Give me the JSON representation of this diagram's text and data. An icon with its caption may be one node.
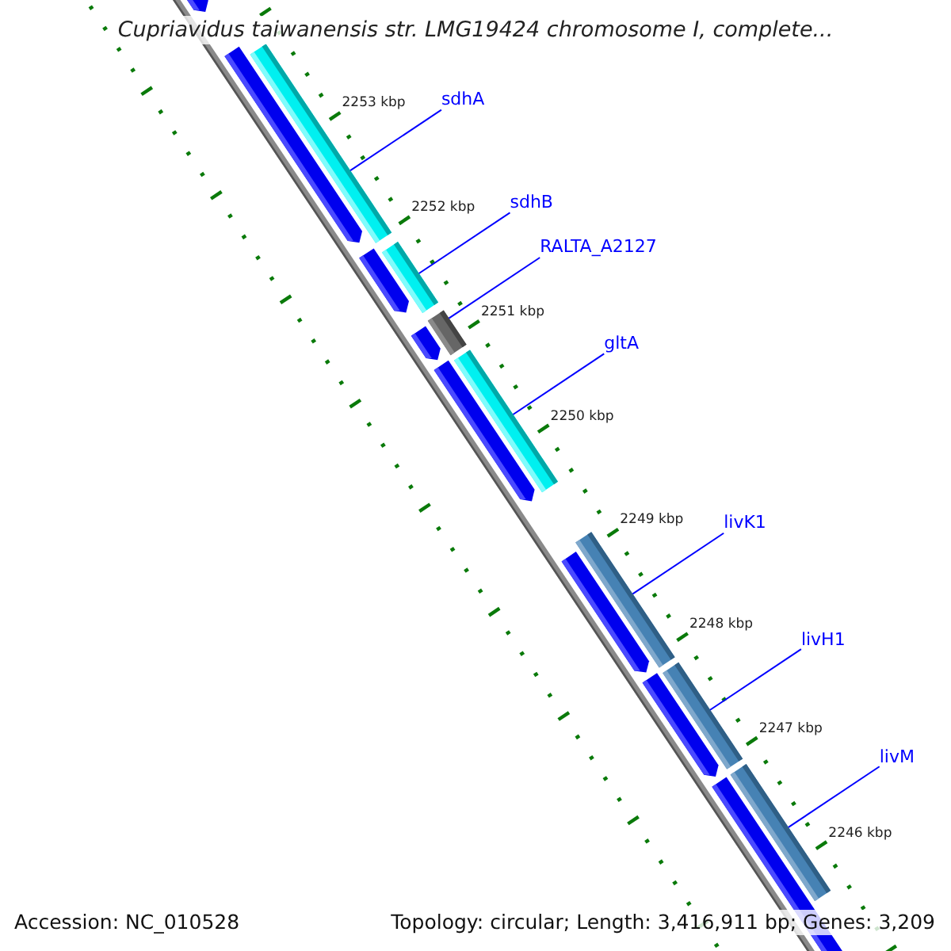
{
  "diagram": {
    "title": "Cupriavidus taiwanensis str. LMG19424 chromosome I, complete...",
    "nodes": [
      {
        "text": [
          "sdhA"
        ]
      },
      {
        "text": [
          "sdhB"
        ]
      },
      {
        "text": [
          "RALTA_A2127"
        ]
      },
      {
        "text": [
          "gltA"
        ]
      },
      {
        "text": [
          "livK1"
        ]
      },
      {
        "text": [
          "livH1"
        ]
      },
      {
        "text": [
          "livM"
        ]
      },
      {
        "text": [],
        "shape": "bar"
      },
      {
        "text": [],
        "shape": "bar"
      },
      {
        "text": [],
        "shape": "bar"
      },
      {
        "text": [],
        "shape": "bar"
      },
      {
        "text": [],
        "shape": "bar"
      },
      {
        "text": [],
        "shape": "bar"
      },
      {
        "text": [],
        "shape": "bar"
      }
    ],
    "edges": [
      {
        "from": 0,
        "to": 7,
        "arrow": "none"
      },
      {
        "from": 1,
        "to": 8,
        "arrow": "none"
      },
      {
        "from": 2,
        "to": 9,
        "arrow": "none"
      },
      {
        "from": 3,
        "to": 10,
        "arrow": "none"
      },
      {
        "from": 4,
        "to": 11,
        "arrow": "none"
      },
      {
        "from": 5,
        "to": 12,
        "arrow": "none"
      },
      {
        "from": 6,
        "to": 13,
        "arrow": "none"
      }
    ],
    "labels": [
      "2253 kbp",
      "2252 kbp",
      "2251 kbp",
      "2250 kbp",
      "2249 kbp",
      "2248 kbp",
      "2247 kbp",
      "2246 kbp",
      "Accession: NC_010528",
      "Topology: circular; Length: 3,416,911 bp; Genes: 3,209"
    ]
  }
}
